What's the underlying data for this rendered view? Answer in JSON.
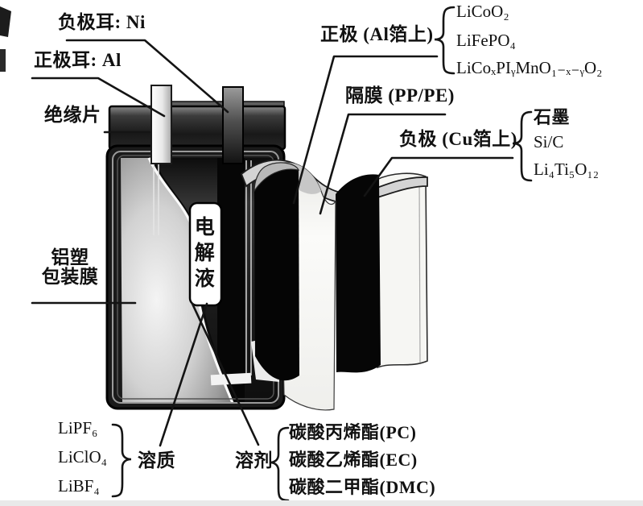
{
  "figure": {
    "labels": {
      "neg_tab": "负极耳: Ni",
      "pos_tab": "正极耳: Al",
      "insulation": "绝缘片",
      "packaging_film": "铝塑\n包装膜"
    },
    "cathode": {
      "title": "正极 (Al箔上)",
      "materials": [
        "LiCoO₂",
        "LiFePO₄",
        "LiCoₓPIᵧMnO₁₋ₓ₋ᵧO₂"
      ]
    },
    "separator": {
      "title": "隔膜 (PP/PE)"
    },
    "anode": {
      "title": "负极 (Cu箔上)",
      "materials": [
        "石墨",
        "Si/C",
        "Li₄Ti₅O₁₂"
      ]
    },
    "electrolyte": {
      "title": "电解液"
    },
    "solute": {
      "title": "溶质",
      "materials": [
        "LiPF₆",
        "LiClO₄",
        "LiBF₄"
      ]
    },
    "solvent": {
      "title": "溶剂",
      "materials": [
        "碳酸丙烯酯(PC)",
        "碳酸乙烯酯(EC)",
        "碳酸二甲酯(DMC)"
      ]
    },
    "colors": {
      "ink": "#111111",
      "paper": "#ffffff",
      "sheet_black": "#060606",
      "sheet_white": "#f6f6f3",
      "film_gray": "#cfcfcf",
      "tab_light": "#f2f2f2",
      "tab_dark": "#2e2e2e"
    }
  }
}
